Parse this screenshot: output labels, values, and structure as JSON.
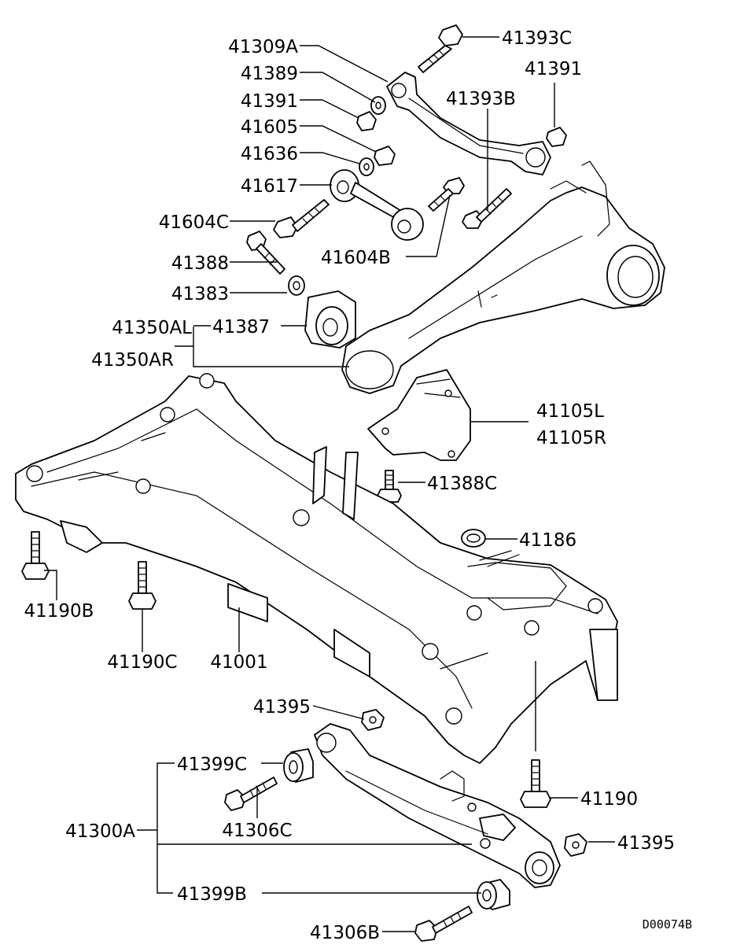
{
  "callouts": [
    {
      "id": "41309A"
    },
    {
      "id": "41393C"
    },
    {
      "id": "41389"
    },
    {
      "id": "41391"
    },
    {
      "id": "41391"
    },
    {
      "id": "41393B"
    },
    {
      "id": "41605"
    },
    {
      "id": "41636"
    },
    {
      "id": "41617"
    },
    {
      "id": "41604C"
    },
    {
      "id": "41388"
    },
    {
      "id": "41604B"
    },
    {
      "id": "41383"
    },
    {
      "id": "41350AL"
    },
    {
      "id": "41387"
    },
    {
      "id": "41350AR"
    },
    {
      "id": "41105L"
    },
    {
      "id": "41105R"
    },
    {
      "id": "41388C"
    },
    {
      "id": "41186"
    },
    {
      "id": "41190B"
    },
    {
      "id": "41190C"
    },
    {
      "id": "41001"
    },
    {
      "id": "41395"
    },
    {
      "id": "41399C"
    },
    {
      "id": "41190"
    },
    {
      "id": "41300A"
    },
    {
      "id": "41306C"
    },
    {
      "id": "41395"
    },
    {
      "id": "41399B"
    },
    {
      "id": "41306B"
    }
  ],
  "diagram_code": "D00074B"
}
